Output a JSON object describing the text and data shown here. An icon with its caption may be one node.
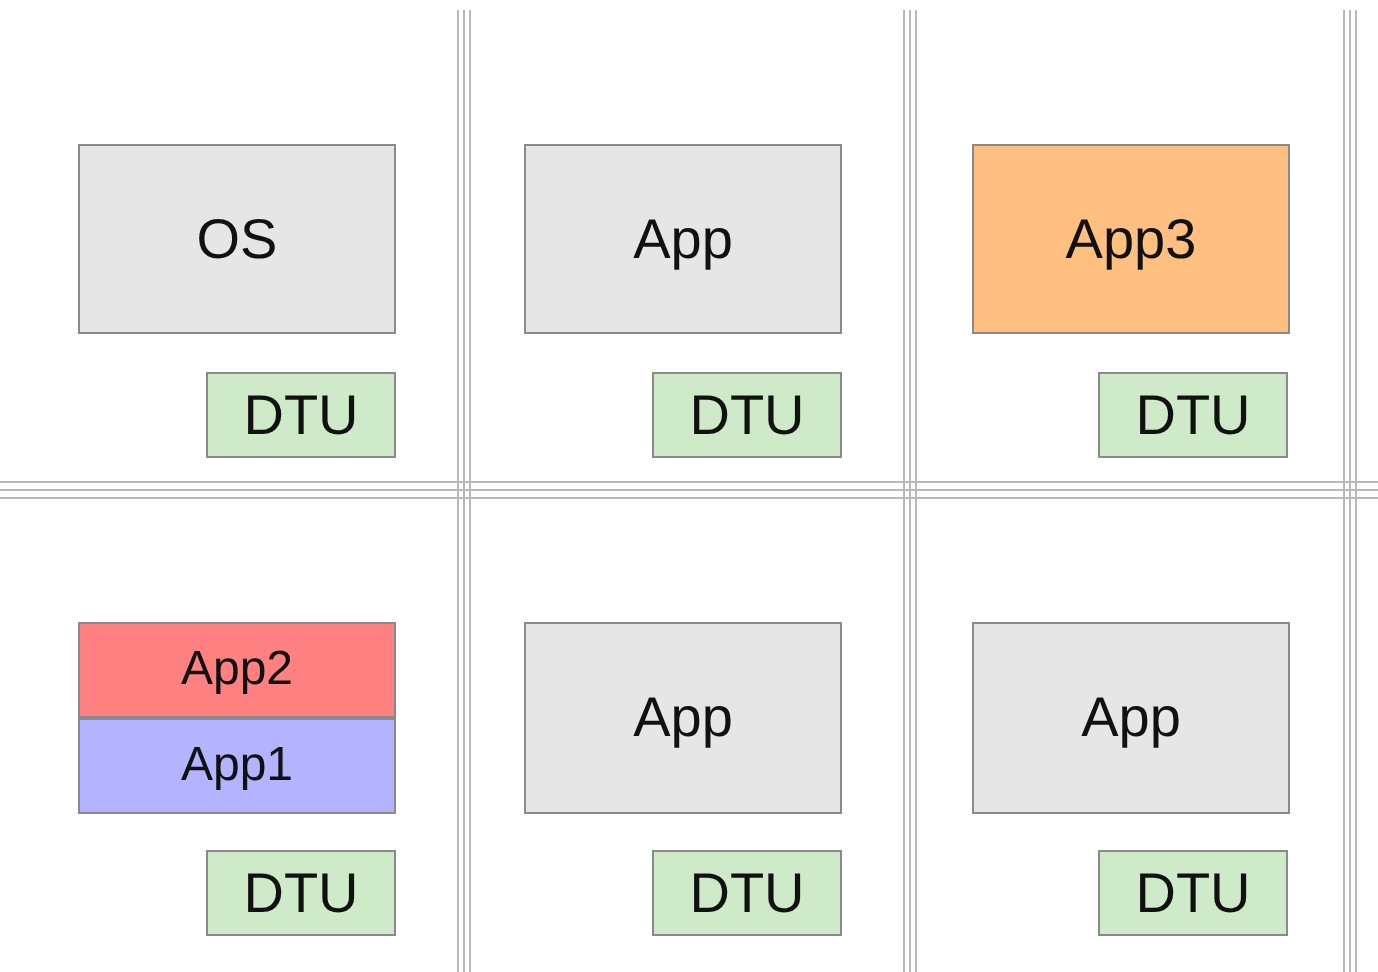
{
  "diagram": {
    "nodes": [
      {
        "text": [
          "OS"
        ]
      },
      {
        "text": [
          "App"
        ]
      },
      {
        "text": [
          "App3"
        ]
      },
      {
        "text": [
          "DTU"
        ]
      },
      {
        "text": [
          "DTU"
        ]
      },
      {
        "text": [
          "DTU"
        ]
      },
      {
        "text": [
          "App2"
        ]
      },
      {
        "text": [
          "App1"
        ]
      },
      {
        "text": [
          "App"
        ]
      },
      {
        "text": [
          "App"
        ]
      },
      {
        "text": [
          "DTU"
        ]
      },
      {
        "text": [
          "DTU"
        ]
      },
      {
        "text": [
          "DTU"
        ]
      }
    ]
  }
}
